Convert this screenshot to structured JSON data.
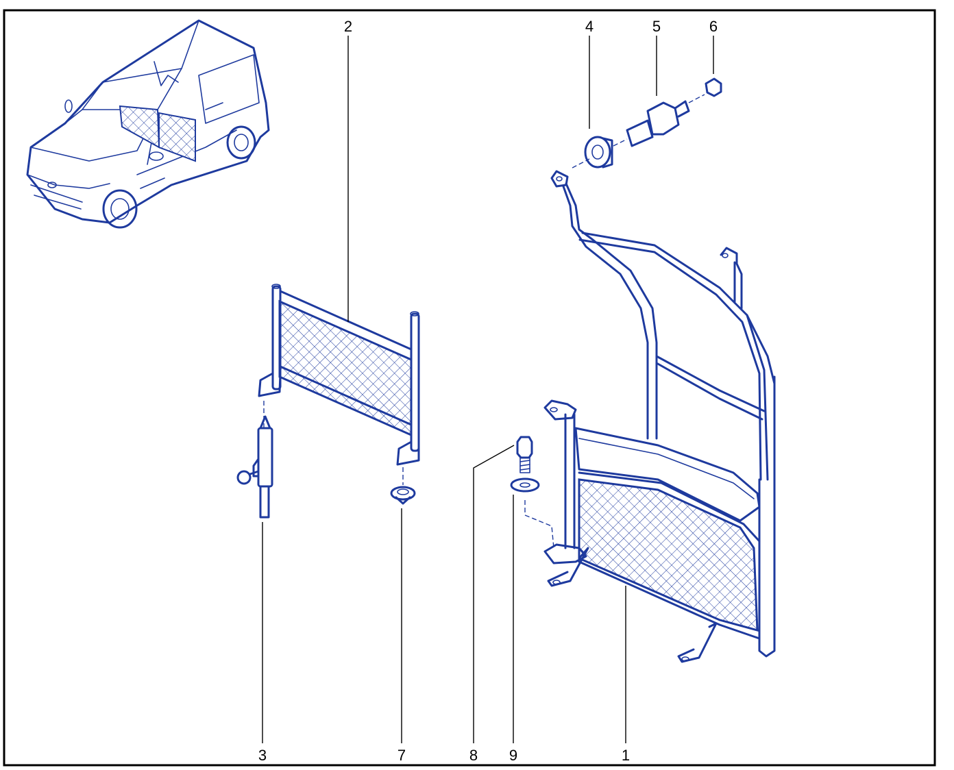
{
  "colors": {
    "ink": "#1e3a9e",
    "frame": "#000000",
    "label": "#000000",
    "background": "#ffffff"
  },
  "callouts": {
    "c1": "1",
    "c2": "2",
    "c3": "3",
    "c4": "4",
    "c5": "5",
    "c6": "6",
    "c7": "7",
    "c8": "8",
    "c9": "9"
  }
}
